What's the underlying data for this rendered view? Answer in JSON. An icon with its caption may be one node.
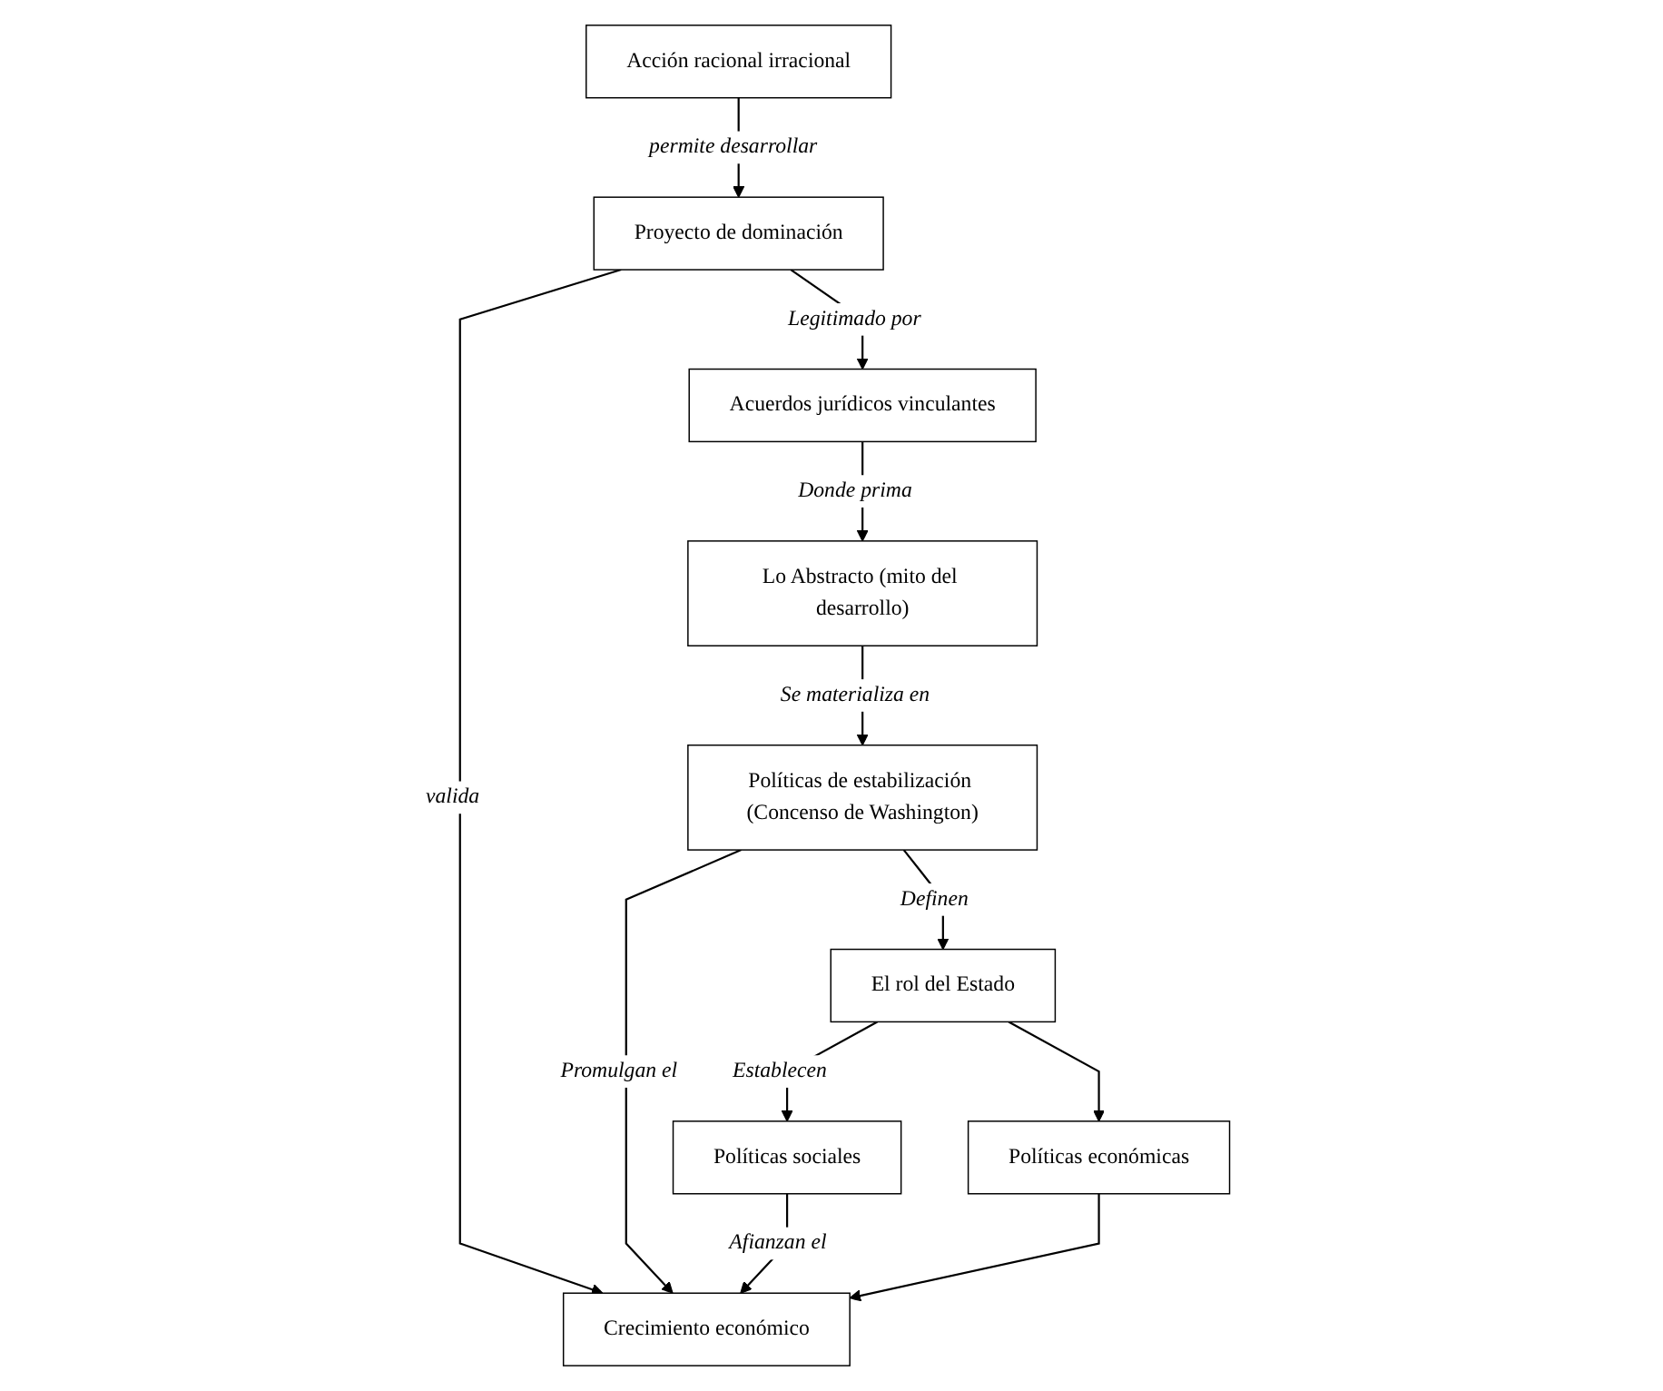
{
  "diagram": {
    "nodes": [
      {
        "text": [
          "Acción racional irracional"
        ]
      },
      {
        "text": [
          "Proyecto de dominación"
        ]
      },
      {
        "text": [
          "Acuerdos jurídicos vinculantes"
        ]
      },
      {
        "text": [
          "Lo Abstracto (mito del desarrollo)"
        ]
      },
      {
        "text": [
          "Crecimiento económico"
        ]
      },
      {
        "text": [
          "Políticas de estabilización (Concenso de Washington)"
        ]
      },
      {
        "text": [
          "El rol del Estado"
        ]
      },
      {
        "text": [
          "Políticas sociales"
        ]
      },
      {
        "text": [
          "Políticas económicas"
        ]
      }
    ],
    "edges": [
      {
        "from": 0,
        "to": 1,
        "arrow": "to",
        "label": "permite desarrollar"
      },
      {
        "from": 1,
        "to": 2,
        "arrow": "to",
        "label": "Legitimado por"
      },
      {
        "from": 2,
        "to": 3,
        "arrow": "to",
        "label": "Donde prima"
      },
      {
        "from": 1,
        "to": 4,
        "arrow": "to",
        "label": "valida"
      },
      {
        "from": 3,
        "to": 5,
        "arrow": "to",
        "label": "Se materializa en"
      },
      {
        "from": 5,
        "to": 4,
        "arrow": "to",
        "label": "Promulgan el"
      },
      {
        "from": 5,
        "to": 6,
        "arrow": "to",
        "label": "Definen"
      },
      {
        "from": 6,
        "to": 7,
        "arrow": "to",
        "label": "Establecen"
      },
      {
        "from": 6,
        "to": 8,
        "arrow": "to"
      },
      {
        "from": 7,
        "to": 4,
        "arrow": "to",
        "label": "Afianzan el"
      },
      {
        "from": 8,
        "to": 4,
        "arrow": "to"
      }
    ]
  }
}
